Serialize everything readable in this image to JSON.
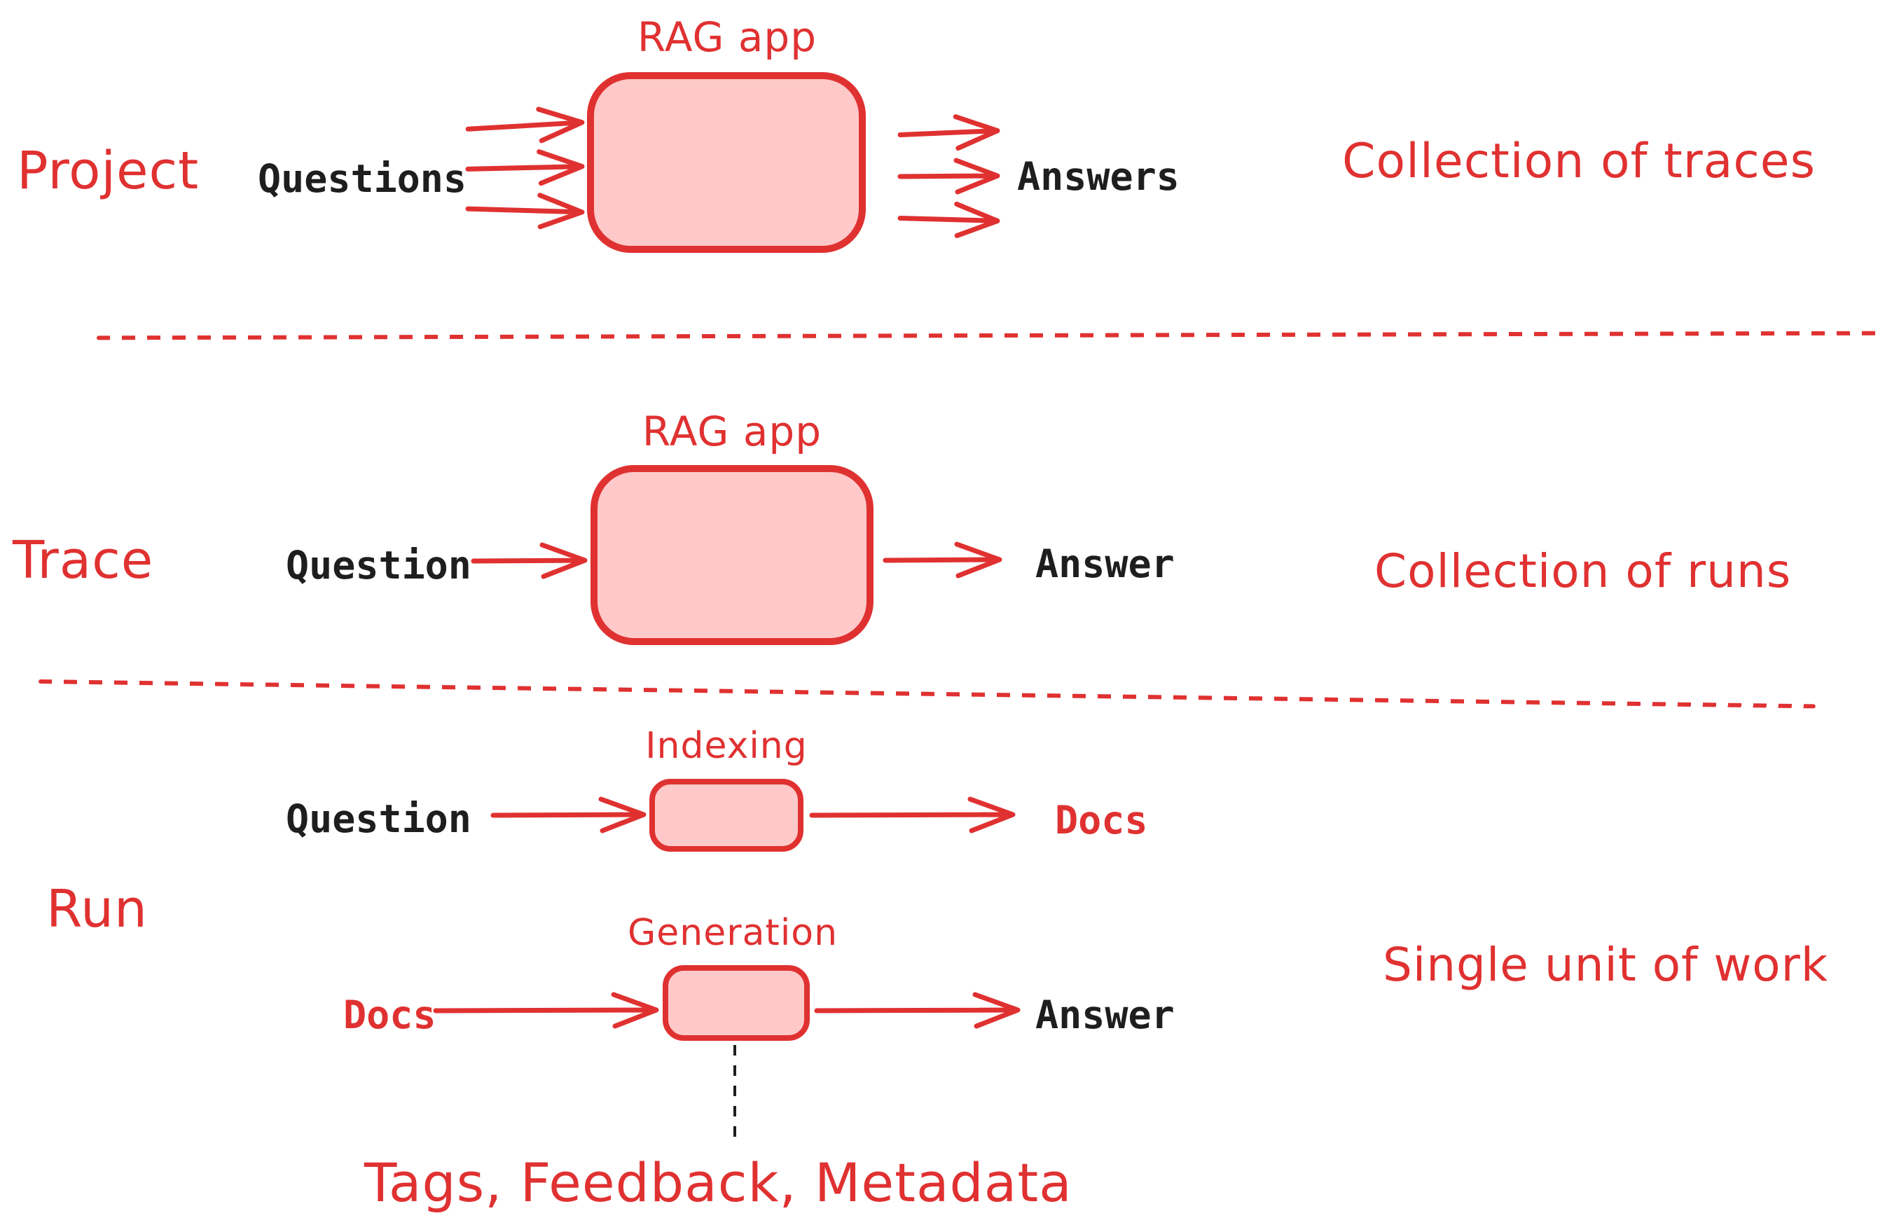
{
  "colors": {
    "red": "#e03131",
    "pink": "#ffc9c9",
    "black": "#1e1e1e",
    "background": "#ffffff"
  },
  "sections": {
    "project": {
      "row_label": "Project",
      "box_label": "RAG app",
      "input_label": "Questions",
      "output_label": "Answers",
      "annotation": "Collection of traces",
      "input_arrows": 3,
      "output_arrows": 3
    },
    "trace": {
      "row_label": "Trace",
      "box_label": "RAG app",
      "input_label": "Question",
      "output_label": "Answer",
      "annotation": "Collection of runs",
      "input_arrows": 1,
      "output_arrows": 1
    },
    "run": {
      "row_label": "Run",
      "annotation": "Single unit of work",
      "footnote": "Tags, Feedback, Metadata",
      "flows": [
        {
          "box_label": "Indexing",
          "input_label": "Question",
          "input_color": "black",
          "output_label": "Docs",
          "output_color": "red"
        },
        {
          "box_label": "Generation",
          "input_label": "Docs",
          "input_color": "red",
          "output_label": "Answer",
          "output_color": "black"
        }
      ]
    }
  }
}
